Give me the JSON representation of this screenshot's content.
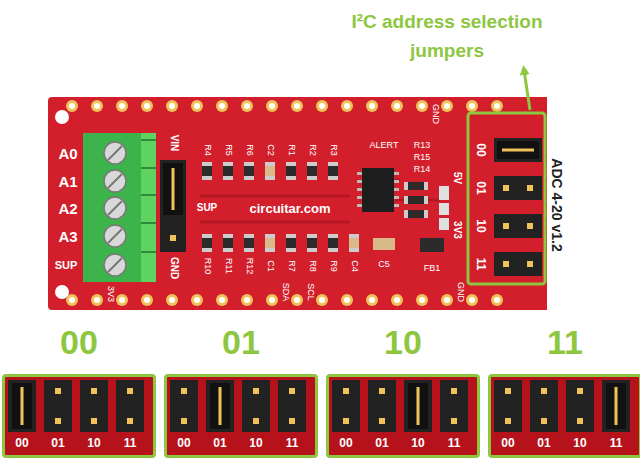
{
  "diagram": {
    "nodes": [
      {
        "text": [
          "00",
          "00",
          "01",
          "10",
          "11"
        ]
      },
      {
        "text": [
          "01",
          "00",
          "01",
          "10",
          "11"
        ]
      },
      {
        "text": [
          "10",
          "00",
          "01",
          "10",
          "11"
        ]
      },
      {
        "text": [
          "11",
          "00",
          "01",
          "10",
          "11"
        ]
      }
    ],
    "labels": [
      "I²C address selection jumpers",
      "A0",
      "A1",
      "A2",
      "A3",
      "SUP",
      "VIN",
      "SUP",
      "GND",
      "R4",
      "R5",
      "R6",
      "C2",
      "R1",
      "R2",
      "R3",
      "R10",
      "R11",
      "R12",
      "C1",
      "R7",
      "R8",
      "R9",
      "C4",
      "circuitar.com",
      "ALERT",
      "R13",
      "R15",
      "R14",
      "5V",
      "3V3",
      "C5",
      "FB1",
      "GND",
      "SDA",
      "SCL",
      "3V3",
      "GND",
      "00",
      "01",
      "10",
      "11",
      "ADC 4-20 v1.2"
    ]
  }
}
